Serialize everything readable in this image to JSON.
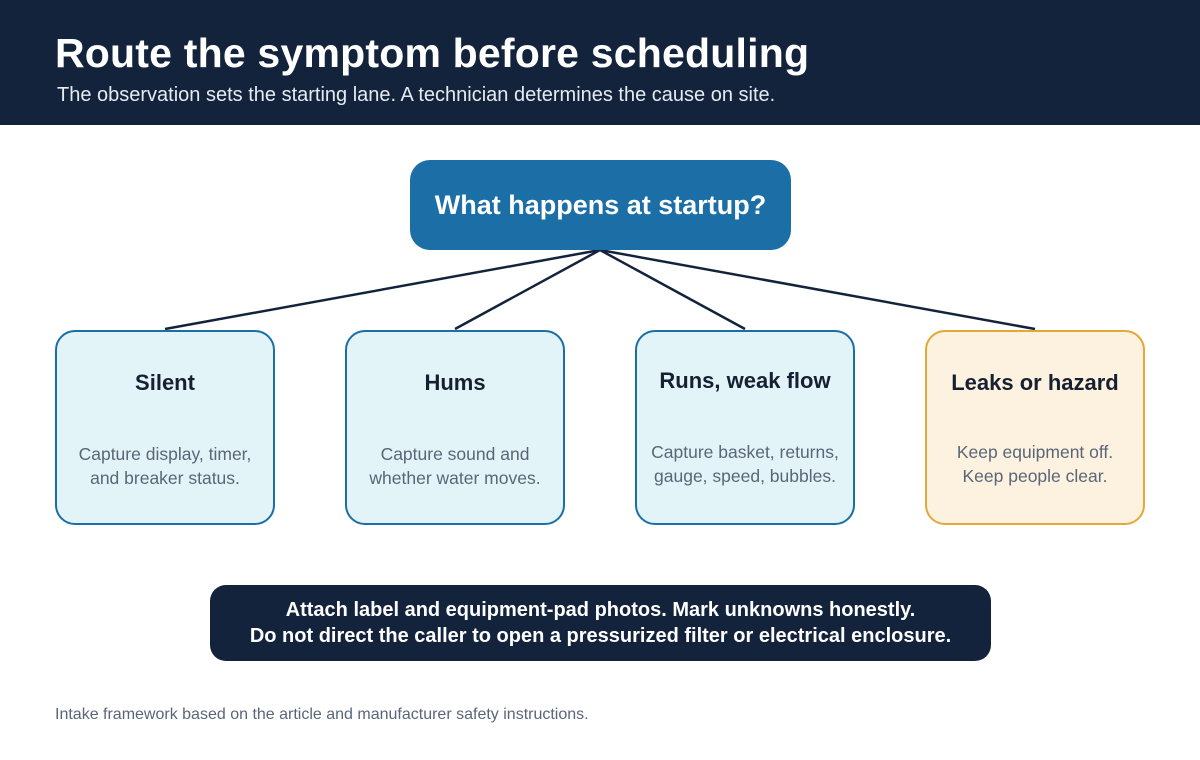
{
  "header": {
    "title": "Route the symptom before scheduling",
    "subtitle": "The observation sets the starting lane. A technician determines the cause on site."
  },
  "root": {
    "label": "What happens at startup?"
  },
  "lanes": [
    {
      "title": "Silent",
      "lines": [
        "Capture display, timer,",
        "and breaker status."
      ]
    },
    {
      "title": "Hums",
      "lines": [
        "Capture sound and",
        "whether water moves."
      ]
    },
    {
      "title": "Runs, weak flow",
      "lines": [
        "Capture basket, returns,",
        "gauge, speed, bubbles."
      ]
    },
    {
      "title": "Leaks or hazard",
      "lines": [
        "Keep equipment off.",
        "Keep people clear."
      ]
    }
  ],
  "notice": {
    "lines": [
      "Attach label and equipment-pad photos. Mark unknowns honestly.",
      "Do not direct the caller to open a pressurized filter or electrical enclosure."
    ]
  },
  "footnote": "Intake framework based on the article and manufacturer safety instructions.",
  "colors": {
    "header_bg": "#14233c",
    "root_bg": "#1b6fa6",
    "lane_border": "#1b6fa6",
    "lane_bg": "#e3f4f8",
    "hazard_border": "#e3a83a",
    "hazard_bg": "#fdf2df",
    "connector": "#14233c"
  }
}
